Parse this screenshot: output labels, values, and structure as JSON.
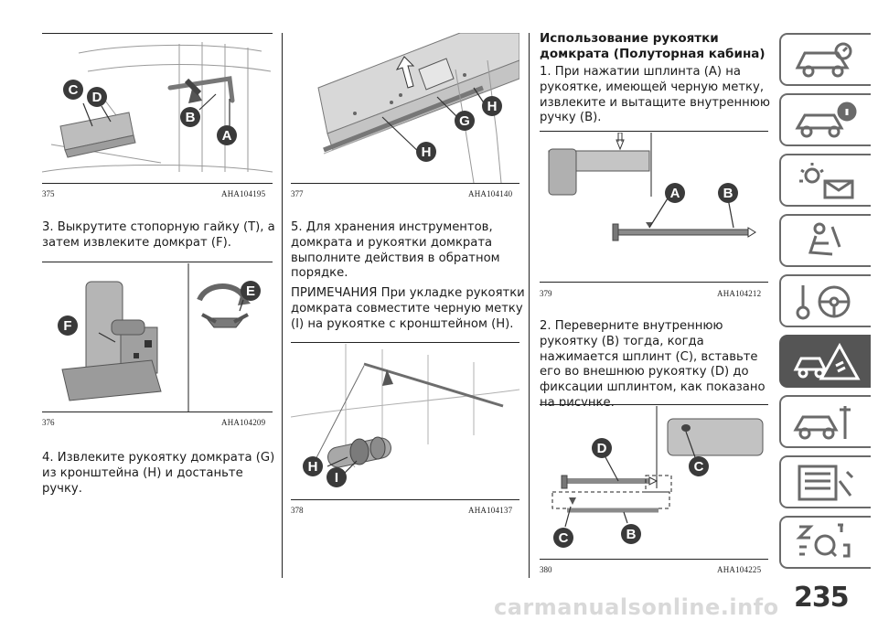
{
  "figures": {
    "f375": {
      "number": "375",
      "code": "AHA104195"
    },
    "f376": {
      "number": "376",
      "code": "AHA104209"
    },
    "f377": {
      "number": "377",
      "code": "AHA104140"
    },
    "f378": {
      "number": "378",
      "code": "AHA104137"
    },
    "f379": {
      "number": "379",
      "code": "AHA104212"
    },
    "f380": {
      "number": "380",
      "code": "AHA104225"
    }
  },
  "callouts": {
    "f375": [
      "C",
      "D",
      "B",
      "A"
    ],
    "f376": [
      "E",
      "F"
    ],
    "f377": [
      "H",
      "G",
      "H"
    ],
    "f378": [
      "H",
      "I"
    ],
    "f379": [
      "A",
      "B"
    ],
    "f380": [
      "D",
      "C",
      "C",
      "B"
    ]
  },
  "col1": {
    "step3": "3. Выкрутите стопорную гайку (T), а затем извлеките домкрат (F).",
    "step4": "4. Извлеките рукоятку домкрата (G) из кронштейна (H) и достаньте ручку."
  },
  "col2": {
    "step5": "5. Для хранения инструментов, домкрата и рукоятки домкрата выполните действия в обратном порядке.",
    "note_label": "ПРИМЕЧАНИЯ",
    "note_text": "При укладке рукоятки домкрата совместите черную метку (I) на рукоятке с кронштейном (H)."
  },
  "col3": {
    "heading": "Использование рукоятки домкрата (Полуторная кабина)",
    "step1": "1. При нажатии шплинта (A) на рукоятке, имеющей черную метку, извлеките и вытащите внутреннюю ручку (B).",
    "step2": "2. Переверните внутреннюю рукоятку (B) тогда, когда нажимается шплинт (C), вставьте его во внешнюю рукоятку (D) до фиксации шплинтом, как показано на рисунке."
  },
  "tabs": [
    {
      "icon": "car-dashboard-icon",
      "active": false
    },
    {
      "icon": "car-info-icon",
      "active": false
    },
    {
      "icon": "warning-lights-message-icon",
      "active": false
    },
    {
      "icon": "airbag-seat-icon",
      "active": false
    },
    {
      "icon": "key-steering-wheel-icon",
      "active": false
    },
    {
      "icon": "car-breakdown-warning-icon",
      "active": true
    },
    {
      "icon": "car-wrench-icon",
      "active": false
    },
    {
      "icon": "specifications-list-icon",
      "active": false
    },
    {
      "icon": "alphabetical-index-icon",
      "active": false
    }
  ],
  "page_number": "235",
  "watermark": "carmanualsonline.info",
  "colors": {
    "callout": "#3a3a3a",
    "tab_active": "#555555",
    "tab_border": "#6a6a6a"
  }
}
